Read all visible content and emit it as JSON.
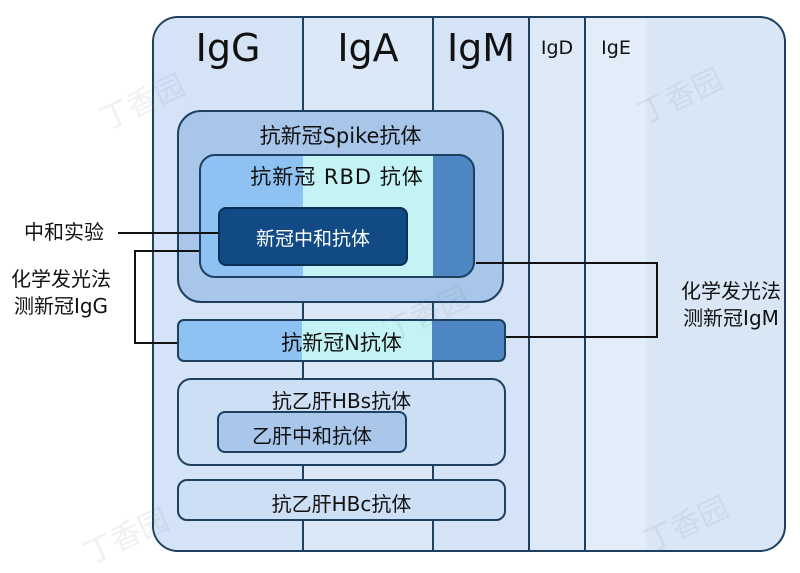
{
  "columns": {
    "igg": "IgG",
    "iga": "IgA",
    "igm": "IgM",
    "igd": "IgD",
    "ige": "IgE"
  },
  "boxes": {
    "spike": "抗新冠Spike抗体",
    "rbd": "抗新冠 RBD 抗体",
    "neutralizing": "新冠中和抗体",
    "n_antibody": "抗新冠N抗体",
    "hbs": "抗乙肝HBs抗体",
    "hb_neutralizing": "乙肝中和抗体",
    "hbc": "抗乙肝HBc抗体"
  },
  "side_labels": {
    "neutralization_assay": "中和实验",
    "cl_igg_line1": "化学发光法",
    "cl_igg_line2": "测新冠IgG",
    "cl_igm_line1": "化学发光法",
    "cl_igm_line2": "测新冠IgM"
  },
  "watermark": "丁香园",
  "colors": {
    "frame_border": "#1f3f5f",
    "igg_fill": "#8ec2f3",
    "iga_fill": "#c4f3f6",
    "igm_fill": "#4f86c4",
    "neutralizing_fill": "#114a84"
  }
}
